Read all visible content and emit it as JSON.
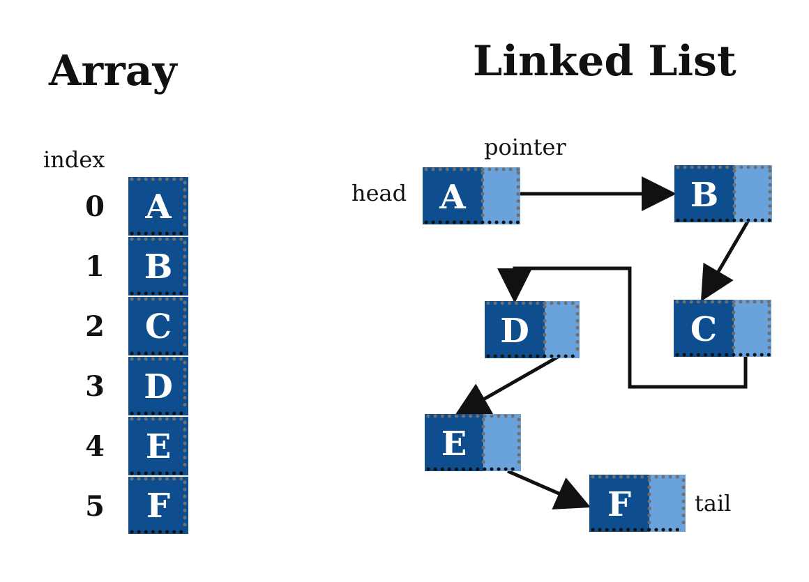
{
  "array": {
    "title": "Array",
    "index_header": "index",
    "indices": [
      "0",
      "1",
      "2",
      "3",
      "4",
      "5"
    ],
    "values": [
      "A",
      "B",
      "C",
      "D",
      "E",
      "F"
    ]
  },
  "linked_list": {
    "title": "Linked List",
    "pointer_label": "pointer",
    "head_label": "head",
    "tail_label": "tail",
    "nodes": [
      "A",
      "B",
      "C",
      "D",
      "E",
      "F"
    ]
  },
  "colors": {
    "data_cell": "#0e4e8e",
    "pointer_cell": "#6aa2dc",
    "arrow": "#111111"
  }
}
